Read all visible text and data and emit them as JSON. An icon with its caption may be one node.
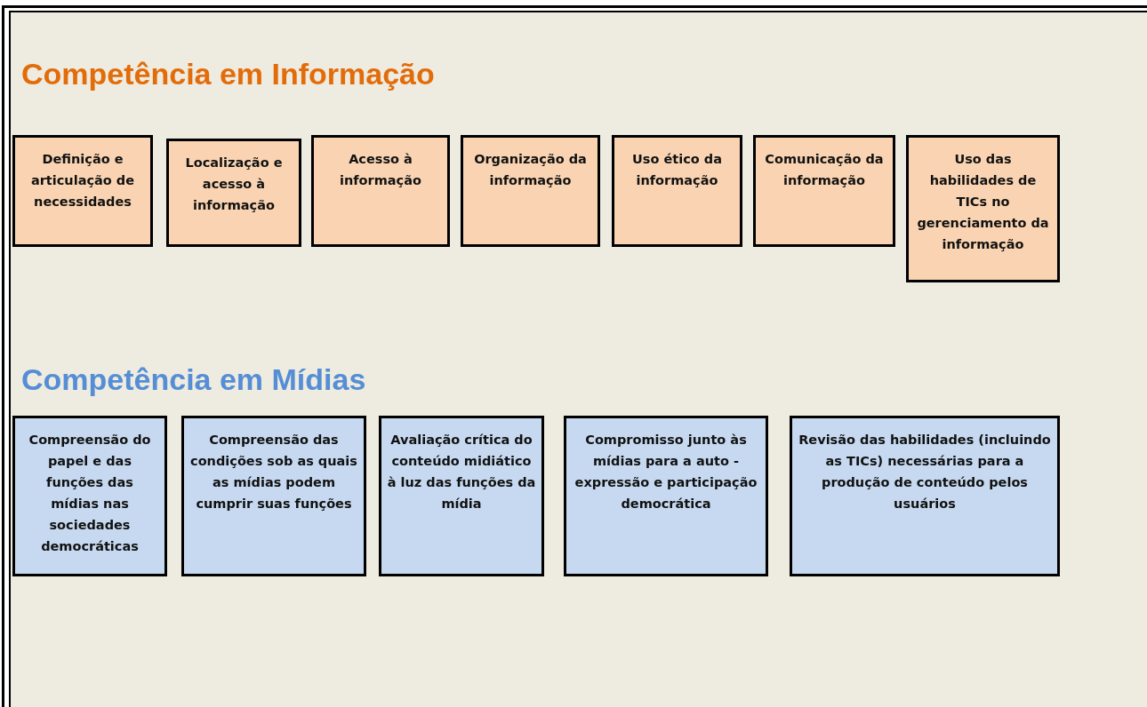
{
  "diagram": {
    "nodes": [
      {
        "text": [
          "Definição e articulação de necessidades"
        ]
      },
      {
        "text": [
          "Localização e acesso à informação"
        ]
      },
      {
        "text": [
          "Acesso à informação"
        ]
      },
      {
        "text": [
          "Organização da informação"
        ]
      },
      {
        "text": [
          "Uso ético da informação"
        ]
      },
      {
        "text": [
          "Comunicação da informação"
        ]
      },
      {
        "text": [
          "Uso das habilidades de TICs no gerenciamento da informação"
        ]
      },
      {
        "text": [
          "Compreensão do papel e das funções das mídias nas sociedades democráticas"
        ]
      },
      {
        "text": [
          "Compreensão das condições sob as quais as mídias podem cumprir suas funções"
        ]
      },
      {
        "text": [
          "Avaliação crítica do conteúdo midiático à luz das funções da mídia"
        ]
      },
      {
        "text": [
          "Compromisso junto às mídias para a auto - expressão e participação democrática"
        ]
      },
      {
        "text": [
          "Revisão das habilidades (incluindo as TICs) necessárias para a produção de conteúdo pelos usuários"
        ]
      }
    ],
    "labels": [
      "Competência em Informação",
      "Competência em Mídias"
    ]
  }
}
